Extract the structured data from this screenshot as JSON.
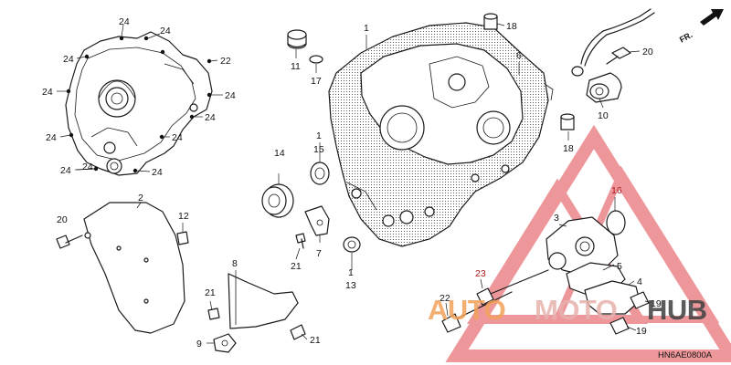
{
  "drawing_code": "HN6AE0800A",
  "direction_label": "FR.",
  "watermark": {
    "part1": "AUTO",
    "part2": "MOTO",
    "part3": "HUB",
    "colors": {
      "auto": "#f2a15a",
      "moto": "#e8b2ad",
      "hub": "#3f3f3f",
      "logo": "#e0434a"
    }
  },
  "callouts": [
    "24",
    "24",
    "24",
    "22",
    "24",
    "24",
    "24",
    "24",
    "24",
    "24",
    "24",
    "24",
    "1",
    "18",
    "6",
    "11",
    "17",
    "20",
    "10",
    "18",
    "1",
    "15",
    "14",
    "16",
    "2",
    "12",
    "20",
    "3",
    "7",
    "21",
    "1",
    "13",
    "5",
    "8",
    "23",
    "4",
    "21",
    "9",
    "21",
    "22",
    "19",
    "19"
  ]
}
